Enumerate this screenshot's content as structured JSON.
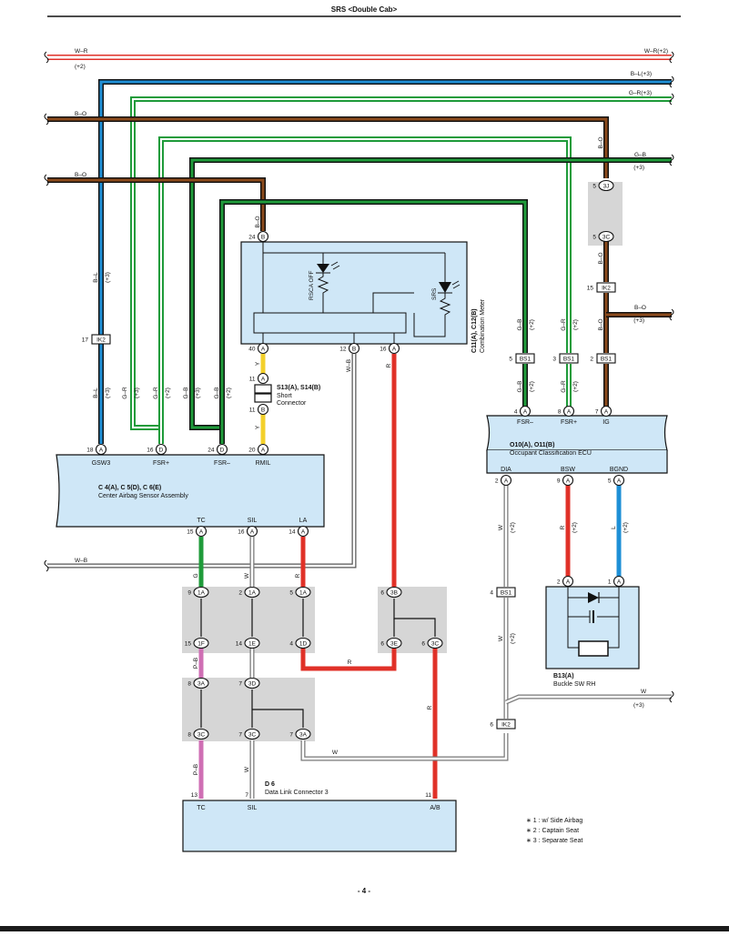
{
  "page": {
    "title": "SRS <Double Cab>",
    "page_number": "- 4 -"
  },
  "wires": {
    "w_r": "W–R",
    "w_r_right": "W–R(+2)",
    "w_r_note": "(+2)",
    "b_l_right": "B–L(+3)",
    "g_r_right": "G–R(+3)",
    "b_o_1": "B–O",
    "b_o_2": "B–O",
    "g_b_right": "G–B",
    "g_b_note": "(+3)",
    "b_o_top": "B–O",
    "b_o_mid": "B–O",
    "b_o_low": "B–O",
    "b_o_right": "B–O",
    "b_o_right_note": "(+3)",
    "b_l_vert": "B–L",
    "b_l_vert_note": "(+3)",
    "b_l_low": "B–L",
    "b_l_low_note": "(+3)",
    "gr_1": "G–R",
    "gr_1n": "(+3)",
    "gr_2": "G–R",
    "gr_2n": "(+2)",
    "gb_1": "G–B",
    "gb_1n": "(+3)",
    "gb_2": "G–B",
    "gb_2n": "(+2)",
    "y_1": "Y",
    "y_2": "Y",
    "wb_vert": "W–B",
    "r_vert": "R",
    "gb_top": "G–B",
    "gb_topn": "(+2)",
    "gr_top": "G–R",
    "gr_topn": "(+2)",
    "gb_bot": "G–B",
    "gb_botn": "(+2)",
    "gr_bot": "G–R",
    "gr_botn": "(+2)",
    "w_b_left": "W–B",
    "g_tc": "G",
    "w_sil": "W",
    "r_la": "R",
    "w_dia": "W",
    "w_dia_n": "(+2)",
    "r_bsw": "R",
    "r_bsw_n": "(+2)",
    "l_bgnd": "L",
    "l_bgnd_n": "(+2)",
    "w_dia2": "W",
    "w_dia2_n": "(+2)",
    "w_right": "W",
    "w_right_n": "(+3)",
    "pb_1": "P–B",
    "pb_2": "P–B",
    "r_h": "R",
    "r_ab": "R",
    "w_h": "W",
    "w_7": "W"
  },
  "pins": {
    "b24": "24",
    "b24c": "B",
    "a40": "40",
    "a40c": "A",
    "b12": "12",
    "b12c": "B",
    "a16": "16",
    "a16c": "A",
    "s11a": "11",
    "s11ac": "A",
    "s11b": "11",
    "s11bc": "B",
    "bs1_5": "5",
    "bs1_3": "3",
    "bs1_2": "2",
    "bs1_label": "BS1",
    "o4": "4",
    "o4c": "A",
    "o8": "8",
    "o8c": "A",
    "o7": "7",
    "o7c": "A",
    "o2": "2",
    "o2c": "A",
    "o9": "9",
    "o9c": "A",
    "o5": "5",
    "o5c": "A",
    "c18": "18",
    "c18c": "A",
    "c16": "16",
    "c16c": "D",
    "c24": "24",
    "c24c": "D",
    "c20": "20",
    "c20c": "A",
    "c15": "15",
    "c15c": "A",
    "c16b": "16",
    "c16bc": "A",
    "c14": "14",
    "c14c": "A",
    "ik2_17": "17",
    "ik2": "IK2",
    "ik2_15": "15",
    "ik2_6": "6",
    "j5a": "5",
    "j5ac": "3J",
    "j5b": "5",
    "j5bc": "3C",
    "a9": "9",
    "a9c": "1A",
    "a2": "2",
    "a2c": "1A",
    "a5": "5",
    "a5c": "1A",
    "f15": "15",
    "f15c": "1F",
    "e14": "14",
    "e14c": "1E",
    "d4": "4",
    "d4c": "1D",
    "b6": "6",
    "b6c": "3B",
    "e6": "6",
    "e6c": "3E",
    "c6": "6",
    "c6c": "3C",
    "a8": "8",
    "a8c": "3A",
    "d7": "7",
    "d7c": "3D",
    "c8": "8",
    "c8c": "3C",
    "c7": "7",
    "c7c": "3C",
    "a7": "7",
    "a7c": "3A",
    "bs1_4": "4",
    "b2": "2",
    "b2c": "A",
    "b1": "1",
    "b1c": "A",
    "dl13": "13",
    "dl7": "7",
    "dl11": "11"
  },
  "components": {
    "meter_id": "C11(A), C12(B)",
    "meter_name": "Combination Meter",
    "rsca": "RSCA OFF",
    "srs": "SRS",
    "short_id": "S13(A), S14(B)",
    "short_name1": "Short",
    "short_name2": "Connector",
    "ecu_id": "O10(A), O11(B)",
    "ecu_name": "Occupant Classification ECU",
    "ecu_fsrm": "FSR–",
    "ecu_fsrp": "FSR+",
    "ecu_ig": "IG",
    "ecu_dia": "DIA",
    "ecu_bsw": "BSW",
    "ecu_bgnd": "BGND",
    "cab_id": "C 4(A), C 5(D), C 6(E)",
    "cab_name": "Center Airbag Sensor Assembly",
    "cab_gsw3": "GSW3",
    "cab_fsrp": "FSR+",
    "cab_fsrm": "FSR–",
    "cab_rmil": "RMIL",
    "cab_tc": "TC",
    "cab_sil": "SIL",
    "cab_la": "LA",
    "buckle_id": "B13(A)",
    "buckle_name": "Buckle SW RH",
    "dlc_id": "D 6",
    "dlc_name": "Data Link Connector 3",
    "dlc_tc": "TC",
    "dlc_sil": "SIL",
    "dlc_ab": "A/B"
  },
  "notes": [
    "∗ 1 : w/ Side Airbag",
    "∗ 2 : Captain Seat",
    "∗ 3 : Separate Seat"
  ],
  "colors": {
    "red": "#e03128",
    "brown": "#8b4a1c",
    "green": "#1f9b3a",
    "blue": "#1e8fd6",
    "yellow": "#f3d02b",
    "pink": "#cf6fb4",
    "component_fill": "#cfe7f7",
    "junction_fill": "#d6d6d6"
  }
}
